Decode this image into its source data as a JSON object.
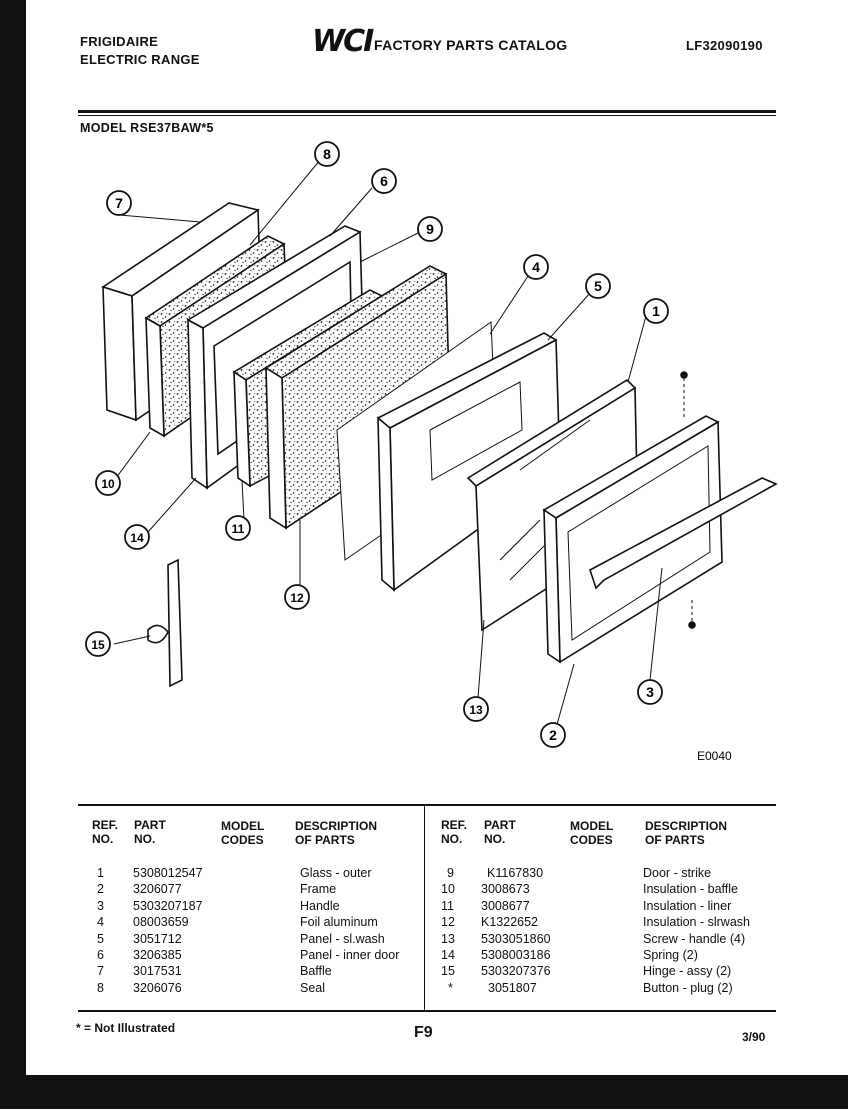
{
  "header": {
    "brand_line1": "FRIGIDAIRE",
    "brand_line2": "ELECTRIC RANGE",
    "logo": "WCI",
    "catalog_title": "FACTORY PARTS CATALOG",
    "catalog_number": "LF32090190"
  },
  "model": "MODEL RSE37BAW*5",
  "diagram": {
    "code": "E0040",
    "callouts": [
      "1",
      "2",
      "3",
      "4",
      "5",
      "6",
      "7",
      "8",
      "9",
      "10",
      "11",
      "12",
      "13",
      "14",
      "15"
    ]
  },
  "table": {
    "headers": {
      "ref_line1": "REF.",
      "ref_line2": "NO.",
      "part_line1": "PART",
      "part_line2": "NO.",
      "model_line1": "MODEL",
      "model_line2": "CODES",
      "desc_line1": "DESCRIPTION",
      "desc_line2": "OF PARTS"
    },
    "left_rows": [
      {
        "ref": "1",
        "part": "5308012547",
        "desc": "Glass - outer"
      },
      {
        "ref": "2",
        "part": "3206077",
        "desc": "Frame"
      },
      {
        "ref": "3",
        "part": "5303207187",
        "desc": "Handle"
      },
      {
        "ref": "4",
        "part": "08003659",
        "desc": "Foil aluminum"
      },
      {
        "ref": "5",
        "part": "3051712",
        "desc": "Panel - sl.wash"
      },
      {
        "ref": "6",
        "part": "3206385",
        "desc": "Panel - inner door"
      },
      {
        "ref": "7",
        "part": "3017531",
        "desc": "Baffle"
      },
      {
        "ref": "8",
        "part": "3206076",
        "desc": "Seal"
      }
    ],
    "right_rows": [
      {
        "ref": "9",
        "part": "K1167830",
        "desc": "Door - strike"
      },
      {
        "ref": "10",
        "part": "3008673",
        "desc": "Insulation - baffle"
      },
      {
        "ref": "11",
        "part": "3008677",
        "desc": "Insulation - liner"
      },
      {
        "ref": "12",
        "part": "K1322652",
        "desc": "Insulation - slrwash"
      },
      {
        "ref": "13",
        "part": "5303051860",
        "desc": "Screw - handle (4)"
      },
      {
        "ref": "14",
        "part": "5308003186",
        "desc": "Spring (2)"
      },
      {
        "ref": "15",
        "part": "5303207376",
        "desc": "Hinge - assy (2)"
      },
      {
        "ref": "*",
        "part": "3051807",
        "desc": "Button - plug (2)"
      }
    ]
  },
  "footer": {
    "note": "* = Not Illustrated",
    "page": "F9",
    "date": "3/90"
  }
}
